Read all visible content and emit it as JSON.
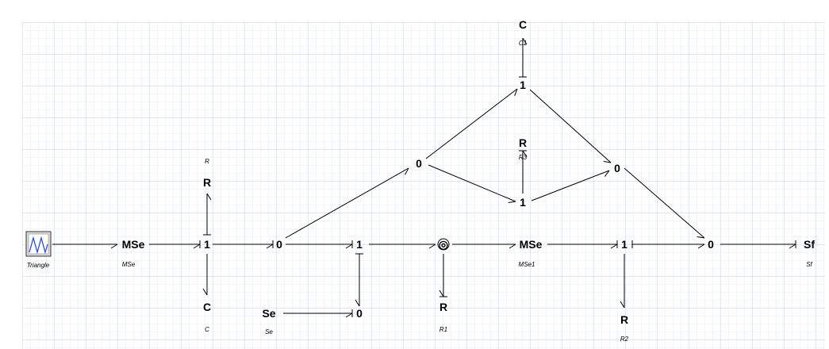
{
  "diagram": {
    "source": {
      "label": "Triangle",
      "signal_color": "#2a4bd7"
    },
    "nodes": {
      "mse": {
        "label": "MSe",
        "name": "MSe"
      },
      "j1a": {
        "label": "1"
      },
      "r_top": {
        "label": "R",
        "name": "R"
      },
      "c_bottom": {
        "label": "C",
        "name": "C"
      },
      "j0a": {
        "label": "0"
      },
      "j0b": {
        "label": "0"
      },
      "j1b": {
        "label": "1"
      },
      "se": {
        "label": "Se",
        "name": "Se"
      },
      "j0c": {
        "label": "0"
      },
      "j1c": {
        "label": "1"
      },
      "c_top": {
        "label": "C",
        "name": "C1"
      },
      "j1d": {
        "label": "1"
      },
      "r3": {
        "label": "R",
        "name": "R3"
      },
      "j0d": {
        "label": "0"
      },
      "gy": {
        "label": "◎"
      },
      "r1": {
        "label": "R",
        "name": "R1"
      },
      "mse1": {
        "label": "MSe",
        "name": "MSe1"
      },
      "j1e": {
        "label": "1"
      },
      "r2": {
        "label": "R",
        "name": "R2"
      },
      "j0e": {
        "label": "0"
      },
      "sf": {
        "label": "Sf",
        "name": "Sf"
      }
    }
  },
  "colors": {
    "grid_major": "#b9d1ef",
    "grid_minor": "#e4eefa",
    "bond": "#000000"
  }
}
